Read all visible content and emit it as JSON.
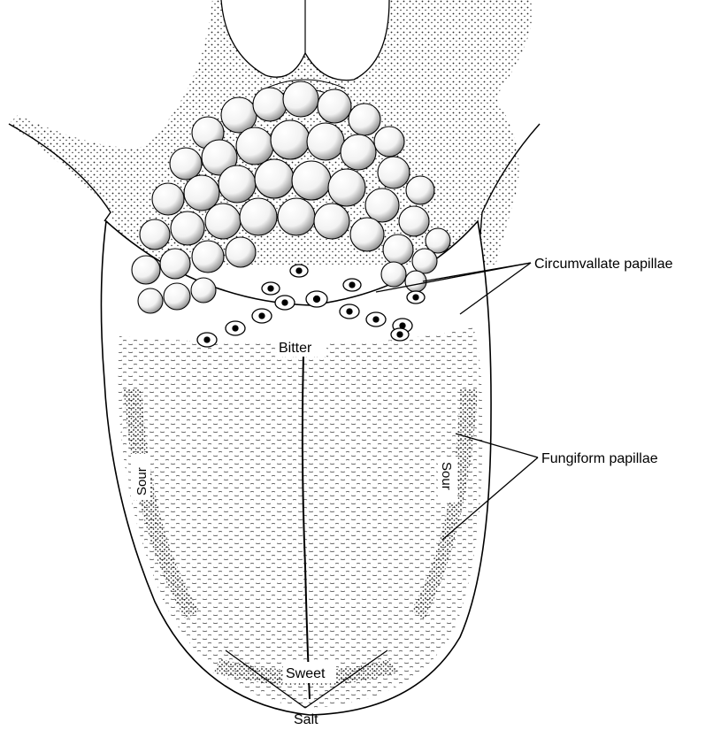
{
  "figure": {
    "subject": "tongue taste regions diagram",
    "colors": {
      "ink": "#000000",
      "paper": "#ffffff"
    },
    "regions": {
      "bitter": "Bitter",
      "sour_left": "Sour",
      "sour_right": "Sour",
      "sweet": "Sweet",
      "salt": "Salt"
    },
    "callouts": {
      "circumvallate": "Circumvallate papillae",
      "fungiform": "Fungiform papillae"
    }
  }
}
